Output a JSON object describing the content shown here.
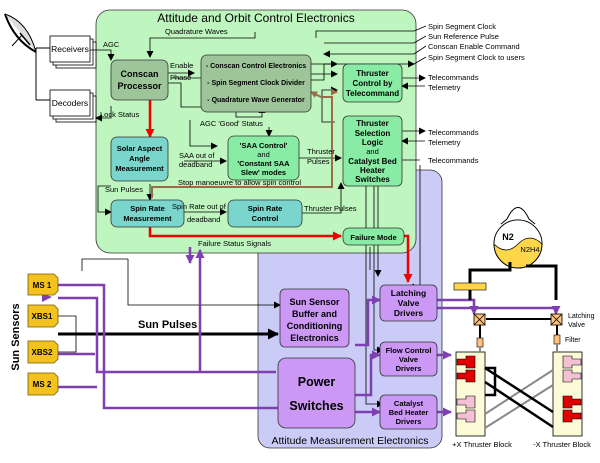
{
  "aoce": {
    "title": "Attitude and Orbit Control Electronics"
  },
  "ame": {
    "title": "Attitude Measurement Electronics"
  },
  "blocks": {
    "receivers": "Receivers",
    "decoders": "Decoders",
    "conscan": [
      "Conscan",
      "Processor"
    ],
    "ccu": [
      "- Conscan Control Electronics",
      "- Spin Segment Clock Divider",
      "- Quadrature Wave Generator"
    ],
    "thruster_tc": [
      "Thruster",
      "Control by",
      "Telecommand"
    ],
    "thruster_sel": [
      "Thruster",
      "Selection",
      "Logic",
      "and",
      "Catalyst Bed",
      "Heater",
      "Switches"
    ],
    "saam": [
      "Solar Aspect",
      "Angle",
      "Measurement"
    ],
    "saa_control": [
      "'SAA Control'",
      "and",
      "'Constant SAA",
      "Slew'  modes"
    ],
    "spin_meas": [
      "Spin Rate",
      "Measurement"
    ],
    "spin_ctrl": [
      "Spin Rate",
      "Control"
    ],
    "failure_mode": "Failure Mode",
    "sun_buffer": [
      "Sun Sensor",
      "Buffer and",
      "Conditioning",
      "Electronics"
    ],
    "power": [
      "Power",
      "Switches"
    ],
    "latching": [
      "Latching",
      "Valve",
      "Drivers"
    ],
    "flow": [
      "Flow Control",
      "Valve",
      "Drivers"
    ],
    "catalyst": [
      "Catalyst",
      "Bed Heater",
      "Drivers"
    ],
    "sensors": [
      "MS 1",
      "XBS1",
      "XBS2",
      "MS 2"
    ],
    "sun_sensors_title": "Sun Sensors",
    "n2": "N2",
    "n2h4": "N2H4"
  },
  "labels": {
    "agc": "AGC",
    "quadrature": "Quadrature Waves",
    "enable": "Enable",
    "phase": "Phase",
    "lock_status": "Lock Status",
    "agc_good": "AGC 'Good' Status",
    "saa_out": [
      "SAA out of",
      "deadband"
    ],
    "thruster_pulses_1": [
      "Thruster",
      "Pulses"
    ],
    "sun_pulses_small": "Sun Pulses",
    "stop_manoeuvre": "Stop manoeuvre to allow spin control",
    "spin_out": [
      "Spin Rate out of",
      "deadband"
    ],
    "thruster_pulses_2": "Thruster Pulses",
    "failure_status": "Failure Status Signals",
    "sun_pulses_big": "Sun Pulses",
    "latching_valve": [
      "Latching",
      "Valve"
    ],
    "filter": "Filter",
    "plus_x_block": "+X Thruster Block",
    "minus_x_block": "-X Thruster Block"
  },
  "signals": {
    "ssc": "Spin Segment Clock",
    "srp": "Sun Reference Pulse",
    "cec": "Conscan Enable Command",
    "ssc_users": "Spin Segment Clock to users",
    "tc1": "Telecommands",
    "tm1": "Telemetry",
    "tc2": "Telecommands",
    "tm2": "Telemetry",
    "tc3": "Telecommands"
  },
  "colors": {
    "aoce_fill": "#bff5bf",
    "ame_fill": "#cbcbf7",
    "green_box": "#88eca4",
    "teal_box": "#7ad6cc",
    "dark_green_box": "#9ec59a",
    "purple_box": "#cb98f5",
    "purple_line": "#7e3fb0",
    "red_line": "#f00000",
    "brown_line": "#9b6b4a",
    "sensor": "#f3c21e"
  }
}
